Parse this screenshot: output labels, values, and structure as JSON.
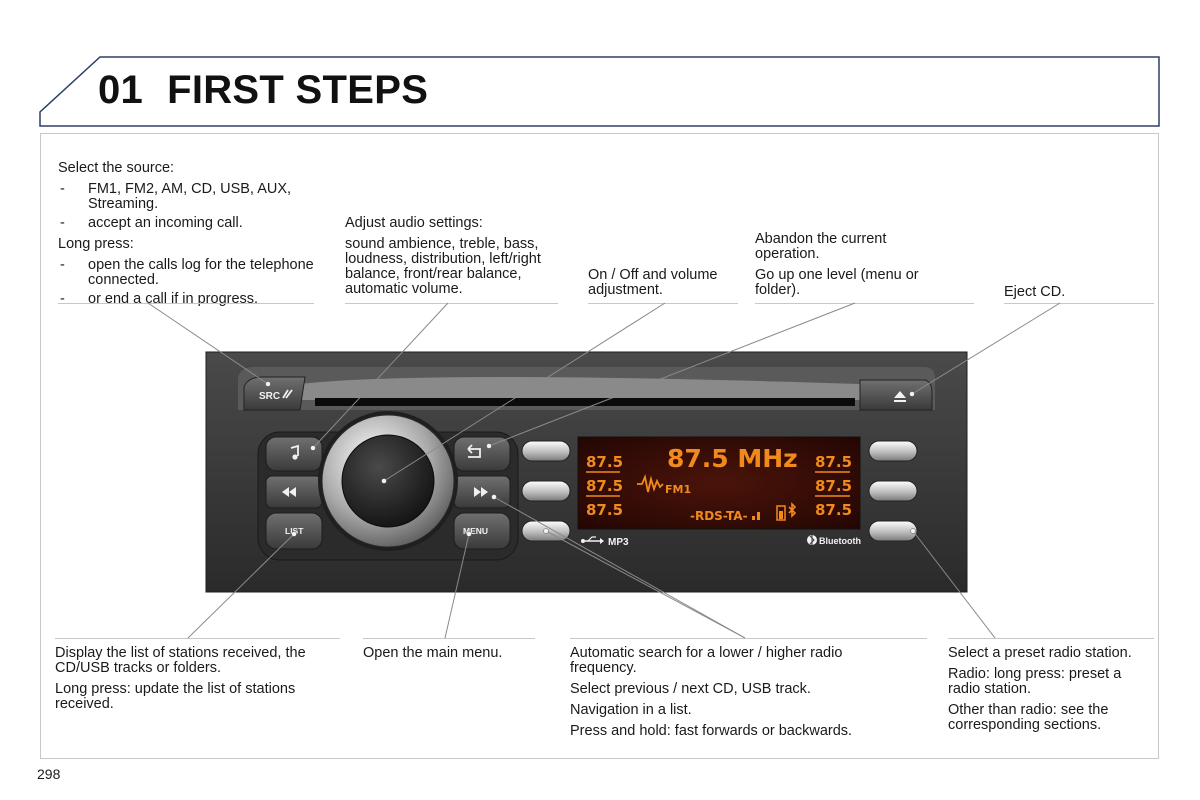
{
  "header": {
    "chapter_number": "01",
    "chapter_title": "FIRST STEPS"
  },
  "callouts_top": {
    "source": {
      "title": "Select the source:",
      "bullets": [
        "FM1, FM2, AM, CD, USB, AUX, Streaming.",
        "accept an incoming call."
      ],
      "long_press_label": "Long press:",
      "long_press_bullets": [
        "open the calls log for the telephone connected.",
        "or end a call if in progress."
      ]
    },
    "audio": {
      "title": "Adjust audio settings:",
      "body": "sound ambience, treble, bass, loudness, distribution, left/right balance, front/rear balance, automatic volume."
    },
    "power": {
      "body": "On / Off and volume adjustment."
    },
    "back": {
      "line1": "Abandon the current operation.",
      "line2": "Go up one level (menu or folder)."
    },
    "eject": {
      "body": "Eject CD."
    }
  },
  "callouts_bottom": {
    "list": {
      "line1": "Display the list of stations received, the CD/USB tracks or folders.",
      "line2": "Long press: update the list of stations received."
    },
    "menu": {
      "line1": "Open the main menu."
    },
    "seek": {
      "line1": "Automatic search for a lower / higher radio frequency.",
      "line2": "Select previous / next CD, USB track.",
      "line3": "Navigation in a list.",
      "line4": "Press and hold: fast forwards or backwards."
    },
    "preset": {
      "line1": "Select a preset radio station.",
      "line2": "Radio: long press: preset a radio station.",
      "line3": "Other than radio: see the corresponding sections."
    }
  },
  "device": {
    "src_label": "SRC",
    "list_label": "LIST",
    "menu_label": "MENU",
    "display": {
      "frequency": "87.5 MHz",
      "left_presets": [
        "87.5",
        "87.5",
        "87.5"
      ],
      "right_presets": [
        "87.5",
        "87.5",
        "87.5"
      ],
      "band": "FM1",
      "rds_status": "-RDS-TA-"
    },
    "mp3_label": "MP3",
    "bluetooth_label": "Bluetooth"
  },
  "footer": {
    "page_number": "298"
  },
  "colors": {
    "header_border": "#2d3f66",
    "display_text": "#f08a1c",
    "display_bg": "#3a0f08",
    "device_body": "#3b3b3b"
  }
}
